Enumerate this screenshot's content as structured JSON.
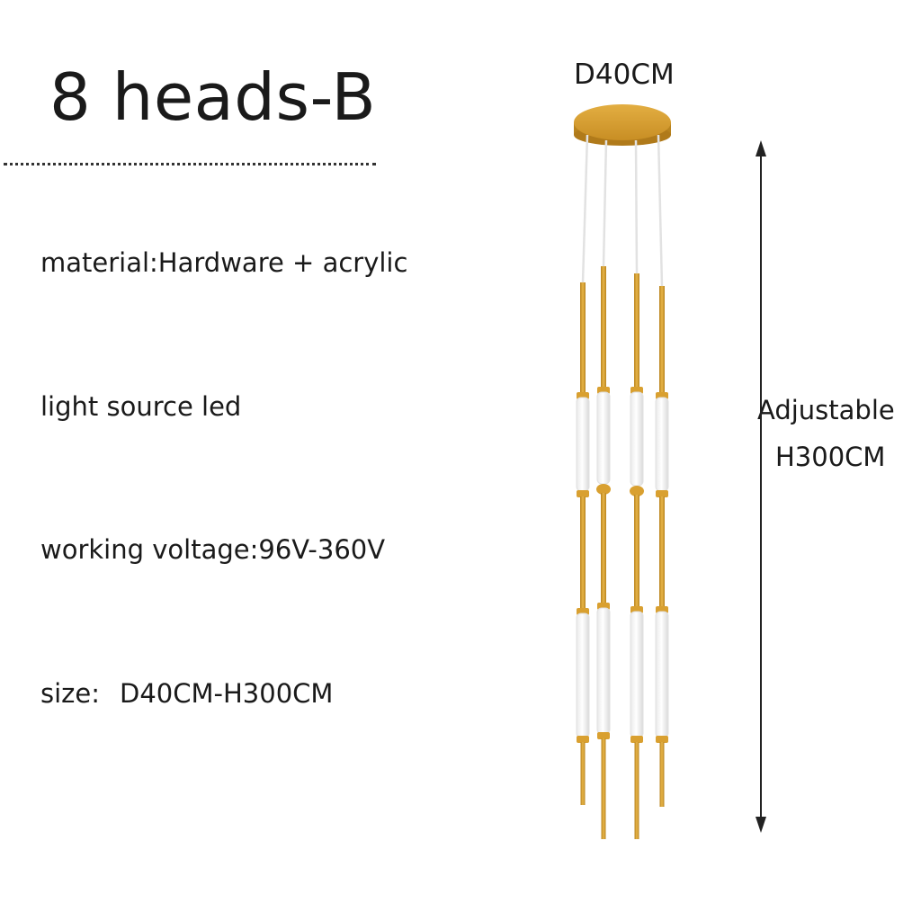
{
  "title": "8 heads-B",
  "specs": {
    "material": "material:Hardware + acrylic",
    "light_source": "light source led",
    "voltage": "working voltage:96V-360V",
    "size_label": "size:",
    "size_value": "D40CM-H300CM"
  },
  "dimensions": {
    "diameter": "D40CM",
    "adjustable": "Adjustable",
    "height": "H300CM"
  },
  "colors": {
    "gold": "#D9A030",
    "gold_dark": "#B8831E",
    "acrylic": "#FFFFFF",
    "wire": "#E2E2E2",
    "arrow": "#222222"
  }
}
